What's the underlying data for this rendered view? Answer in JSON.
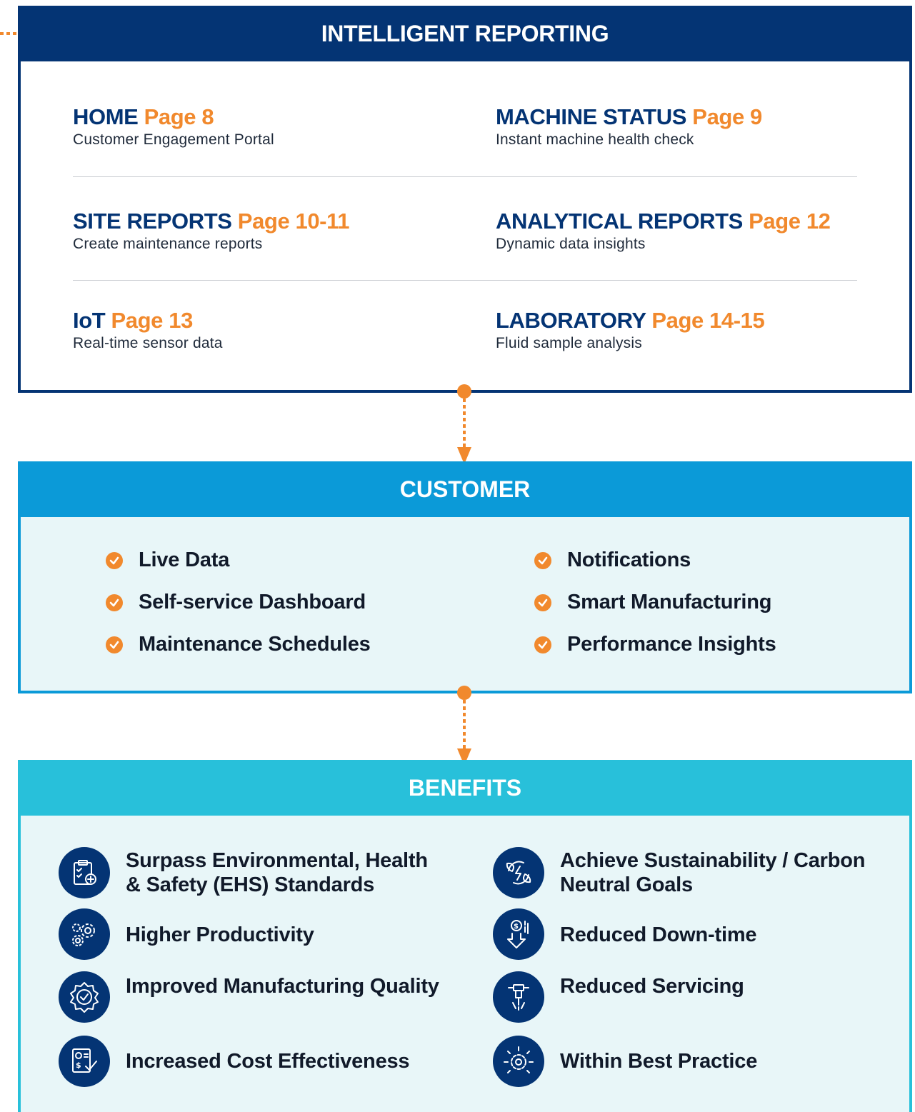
{
  "intelligent_reporting": {
    "title": "INTELLIGENT REPORTING",
    "items": [
      {
        "name": "HOME",
        "page": "Page 8",
        "desc": "Customer Engagement Portal"
      },
      {
        "name": "MACHINE STATUS",
        "page": "Page 9",
        "desc": "Instant machine health check"
      },
      {
        "name": "SITE REPORTS",
        "page": "Page 10-11",
        "desc": "Create maintenance reports"
      },
      {
        "name": "ANALYTICAL REPORTS",
        "page": "Page 12",
        "desc": "Dynamic data insights"
      },
      {
        "name": "IoT",
        "page": "Page 13",
        "desc": "Real-time sensor data"
      },
      {
        "name": "LABORATORY",
        "page": "Page 14-15",
        "desc": "Fluid sample analysis"
      }
    ]
  },
  "customer": {
    "title": "CUSTOMER",
    "items": [
      "Live Data",
      "Self-service Dashboard",
      "Maintenance Schedules",
      "Notifications",
      "Smart Manufacturing",
      "Performance Insights"
    ]
  },
  "benefits": {
    "title": "BENEFITS",
    "items": [
      {
        "text": "Surpass Environmental, Health & Safety (EHS) Standards",
        "icon": "clipboard-medical-icon"
      },
      {
        "text": "Higher Productivity",
        "icon": "gears-icon"
      },
      {
        "text": "Improved Manufacturing Quality",
        "icon": "quality-badge-icon"
      },
      {
        "text": "Increased Cost Effectiveness",
        "icon": "cost-report-icon"
      },
      {
        "text": "Achieve Sustainability / Carbon Neutral Goals",
        "icon": "leaf-energy-icon"
      },
      {
        "text": "Reduced Down-time",
        "icon": "money-down-arrow-icon"
      },
      {
        "text": "Reduced Servicing",
        "icon": "drill-icon"
      },
      {
        "text": "Within Best Practice",
        "icon": "gear-idea-icon"
      }
    ]
  },
  "colors": {
    "navy": "#043474",
    "orange": "#f1892d",
    "customer_blue": "#0b9ad8",
    "benefits_teal": "#28c0da",
    "panel_bg": "#e8f6f8"
  }
}
